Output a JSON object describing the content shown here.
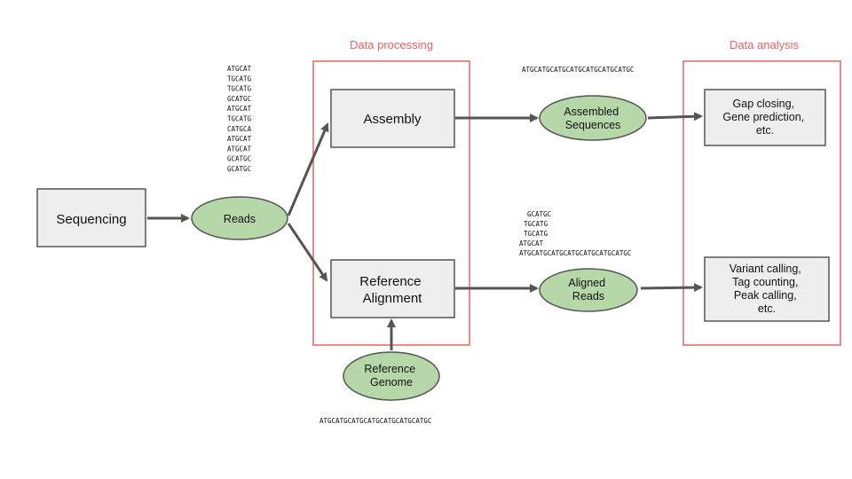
{
  "colors": {
    "group_border": "#e06666",
    "group_label": "#e06666",
    "box_fill": "#eeeeee",
    "box_stroke": "#555555",
    "ellipse_fill": "#b6d7a8",
    "ellipse_stroke": "#555555",
    "arrow": "#555555"
  },
  "groups": {
    "processing": {
      "label": "Data processing"
    },
    "analysis": {
      "label": "Data analysis"
    }
  },
  "nodes": {
    "sequencing": {
      "lines": [
        "Sequencing"
      ]
    },
    "reads": {
      "lines": [
        "Reads"
      ]
    },
    "assembly": {
      "lines": [
        "Assembly"
      ]
    },
    "reference_alignment": {
      "lines": [
        "Reference",
        "Alignment"
      ]
    },
    "reference_genome": {
      "lines": [
        "Reference",
        "Genome"
      ]
    },
    "assembled_sequences": {
      "lines": [
        "Assembled",
        "Sequences"
      ]
    },
    "aligned_reads": {
      "lines": [
        "Aligned",
        "Reads"
      ]
    },
    "assembly_analysis": {
      "lines": [
        "Gap closing,",
        "Gene prediction,",
        "etc."
      ]
    },
    "alignment_analysis": {
      "lines": [
        "Variant calling,",
        "Tag counting,",
        "Peak calling,",
        "etc."
      ]
    }
  },
  "sequences": {
    "reads_stack": [
      "ATGCAT",
      "TGCATG",
      "TGCATG",
      "GCATGC",
      "ATGCAT",
      "TGCATG",
      "CATGCA",
      "ATGCAT",
      "ATGCAT",
      "GCATGC",
      "GCATGC"
    ],
    "assembled": "ATGCATGCATGCATGCATGCATGCATGC",
    "aligned_stack": [
      "GCATGC",
      "TGCATG",
      "TGCATG",
      "ATGCAT",
      "ATGCATGCATGCATGCATGCATGCATGC"
    ],
    "genome": "ATGCATGCATGCATGCATGCATGCATGC"
  }
}
